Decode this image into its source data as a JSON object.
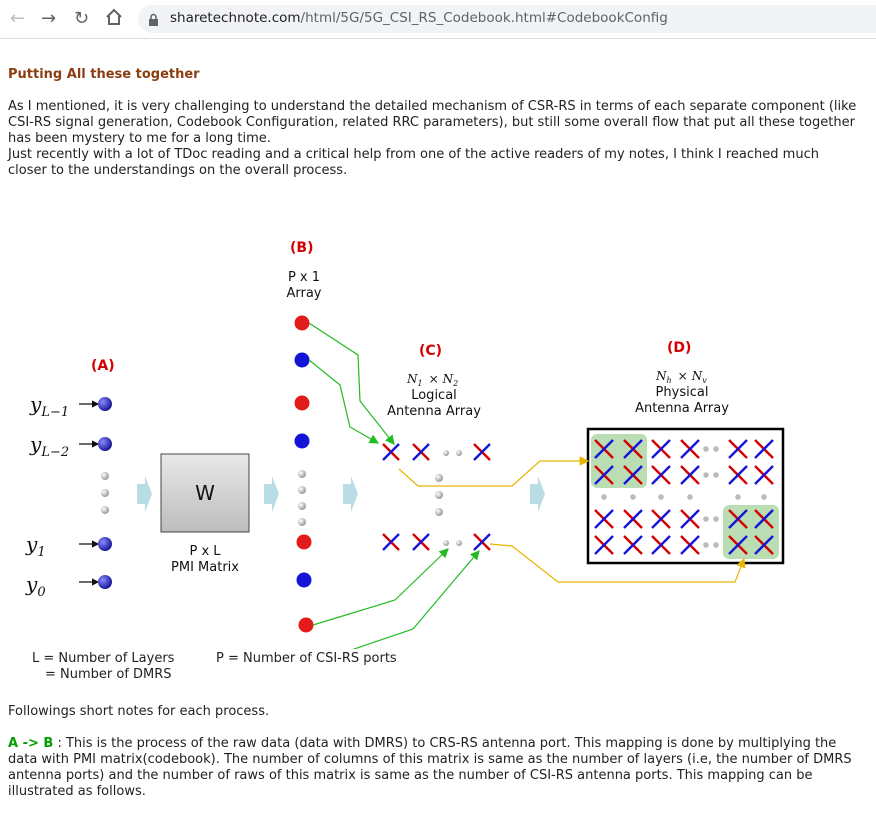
{
  "browser": {
    "url_domain": "sharetechnote.com",
    "url_path": "/html/5G/5G_CSI_RS_Codebook.html#CodebookConfig"
  },
  "article": {
    "heading": "Putting All these together",
    "para1": "As I mentioned, it is very challenging to understand the detailed mechanism of CSR-RS in terms of each separate component (like CSI-RS signal generation, Codebook Configuration, related RRC parameters), but still some overall flow that put all these together has been mystery to me for a long time.",
    "para2": "Just recently with a lot of TDoc reading and a critical help from one of the active readers of my notes, I think I reached much closer to the understandings on the overall process.",
    "para3": "Followings short notes for each process.",
    "para4_label": "A -> B",
    "para4_text": " : This is the process of the raw data (data with DMRS) to CRS-RS antenna port. This mapping is done by multiplying the data with PMI matrix(codebook). The number of columns of this matrix is same as the number of layers (i.e, the number of DMRS antenna ports) and the number of raws of this matrix is same as the number of CSI-RS antenna ports.  This mapping can be illustrated as follows."
  },
  "diagram": {
    "label_a": "(A)",
    "label_b": "(B)",
    "label_c": "(C)",
    "label_d": "(D)",
    "b_line1": "P x 1",
    "b_line2": "Array",
    "c_n1": "N",
    "c_n1_sub": "1",
    "c_times": "×",
    "c_n2": "N",
    "c_n2_sub": "2",
    "c_line2": "Logical",
    "c_line3": "Antenna Array",
    "d_nh": "N",
    "d_nh_sub": "h",
    "d_times": "×",
    "d_nv": "N",
    "d_nv_sub": "v",
    "d_line2": "Physical",
    "d_line3": "Antenna Array",
    "w_label": "W",
    "w_line1": "P x L",
    "w_line2": "PMI Matrix",
    "y_base": "y",
    "y_sub_L1": "L−1",
    "y_sub_L2": "L−2",
    "y_sub_1": "1",
    "y_sub_0": "0",
    "legend_l1": "L = Number of Layers",
    "legend_l2": "= Number of DMRS",
    "legend_p": "P = Number of CSI-RS ports"
  }
}
